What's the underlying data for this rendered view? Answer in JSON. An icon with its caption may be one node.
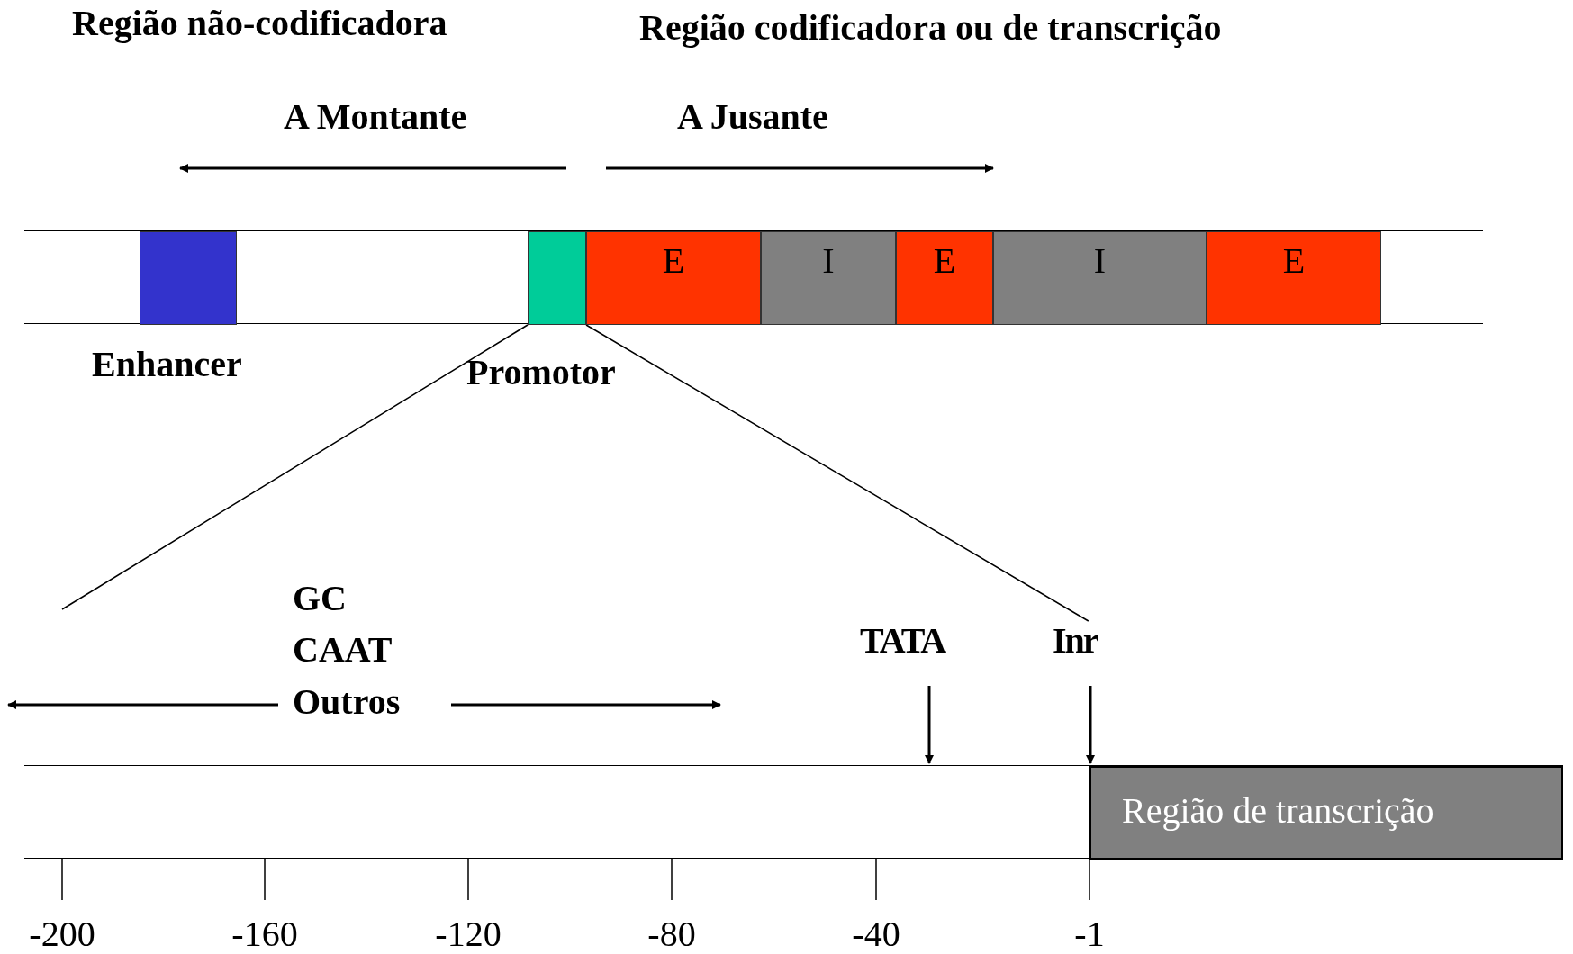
{
  "diagram": {
    "nodes": [
      {
        "text": [],
        "shape": "bar"
      },
      {
        "text": [
          "Enhancer"
        ],
        "in": 0
      },
      {
        "text": [
          "Promotor"
        ],
        "in": 0
      },
      {
        "text": [
          "E"
        ],
        "in": 0
      },
      {
        "text": [
          "I"
        ],
        "in": 0
      },
      {
        "text": [
          "E"
        ],
        "in": 0
      },
      {
        "text": [
          "I"
        ],
        "in": 0
      },
      {
        "text": [
          "E"
        ],
        "in": 0
      },
      {
        "text": [],
        "shape": "bar"
      },
      {
        "text": [
          "Região de transcrição"
        ],
        "in": 8
      },
      {
        "text": [
          "TATA"
        ]
      },
      {
        "text": [
          "Inr"
        ]
      }
    ],
    "edges": [
      {
        "from": 2,
        "to": null,
        "arrow": "none"
      },
      {
        "from": 2,
        "to": 11,
        "arrow": "none"
      },
      {
        "from": 10,
        "to": 8,
        "arrow": "to"
      },
      {
        "from": 11,
        "to": 8,
        "arrow": "to"
      }
    ],
    "labels": [
      "Região não-codificadora",
      "Região codificadora ou de transcrição",
      "A Montante",
      "A Jusante",
      "GC",
      "CAAT",
      "Outros",
      "-200",
      "-160",
      "-120",
      "-80",
      "-40",
      "-1"
    ]
  }
}
